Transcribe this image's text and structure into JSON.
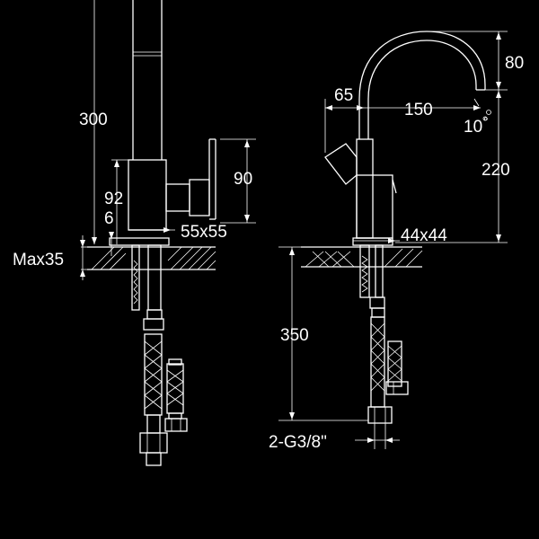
{
  "left_view": {
    "dimensions": {
      "height_300": "300",
      "height_92": "92",
      "height_6": "6",
      "height_90": "90",
      "base_55x55": "55x55",
      "counter_max35": "Max35"
    }
  },
  "right_view": {
    "dimensions": {
      "reach_150": "150",
      "offset_65": "65",
      "height_80": "80",
      "angle_10": "10",
      "angle_degree": "°",
      "height_220": "220",
      "base_44x44": "44x44",
      "hose_350": "350",
      "thread_spec": "2-G3/8\""
    }
  },
  "colors": {
    "background": "#000000",
    "line": "#ffffff"
  }
}
